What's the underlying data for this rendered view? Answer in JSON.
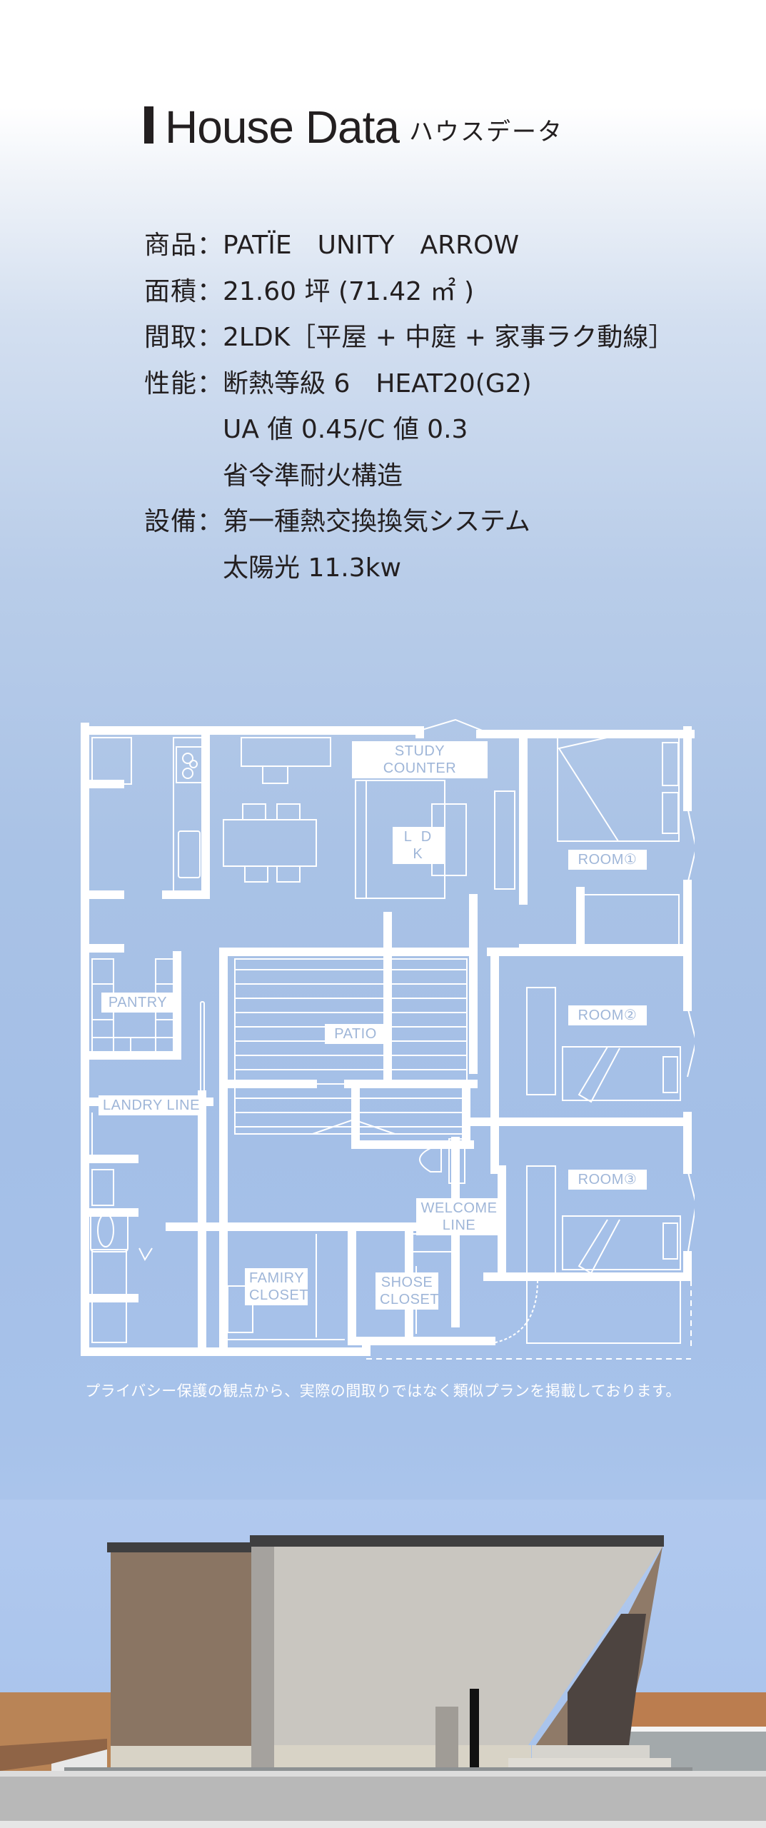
{
  "header": {
    "title_en": "House Data",
    "title_ja": "ハウスデータ"
  },
  "specs": [
    {
      "label": "商品：",
      "value": "PATÏE　UNITY　ARROW"
    },
    {
      "label": "面積：",
      "value": "21.60 坪 (71.42 ㎡ )"
    },
    {
      "label": "間取：",
      "value": "2LDK［平屋 + 中庭 + 家事ラク動線］"
    },
    {
      "label": "性能：",
      "value": "断熱等級 6　HEAT20(G2)"
    },
    {
      "label": "",
      "value": "UA 値 0.45/C 値 0.3"
    },
    {
      "label": "",
      "value": "省令準耐火構造"
    },
    {
      "label": "設備：",
      "value": "第一種熱交換換気システム"
    },
    {
      "label": "",
      "value": "太陽光 11.3kw"
    }
  ],
  "floor_plan": {
    "labels": {
      "study_counter": "STUDY COUNTER",
      "ldk": "L D K",
      "room1": "ROOM①",
      "room2": "ROOM②",
      "room3": "ROOM③",
      "pantry": "PANTRY",
      "patio": "PATIO",
      "landry_line": "LANDRY LINE",
      "welcome_line_1": "WELCOME",
      "welcome_line_2": "LINE",
      "famiry_closet_1": "FAMIRY",
      "famiry_closet_2": "CLOSET",
      "shose_closet_1": "SHOSE",
      "shose_closet_2": "CLOSET"
    },
    "colors": {
      "wall": "#ffffff",
      "floor": "#a6c0e6",
      "label_text": "#9fb6d8"
    }
  },
  "caption": "プライバシー保護の観点から、実際の間取りではなく類似プランを掲載しております。",
  "exterior": {
    "colors": {
      "sky": "#aec7ec",
      "brown_wall": "#8a7563",
      "stucco": "#c9c6c0",
      "road": "#b8b8b8",
      "ground": "#b98456"
    }
  }
}
